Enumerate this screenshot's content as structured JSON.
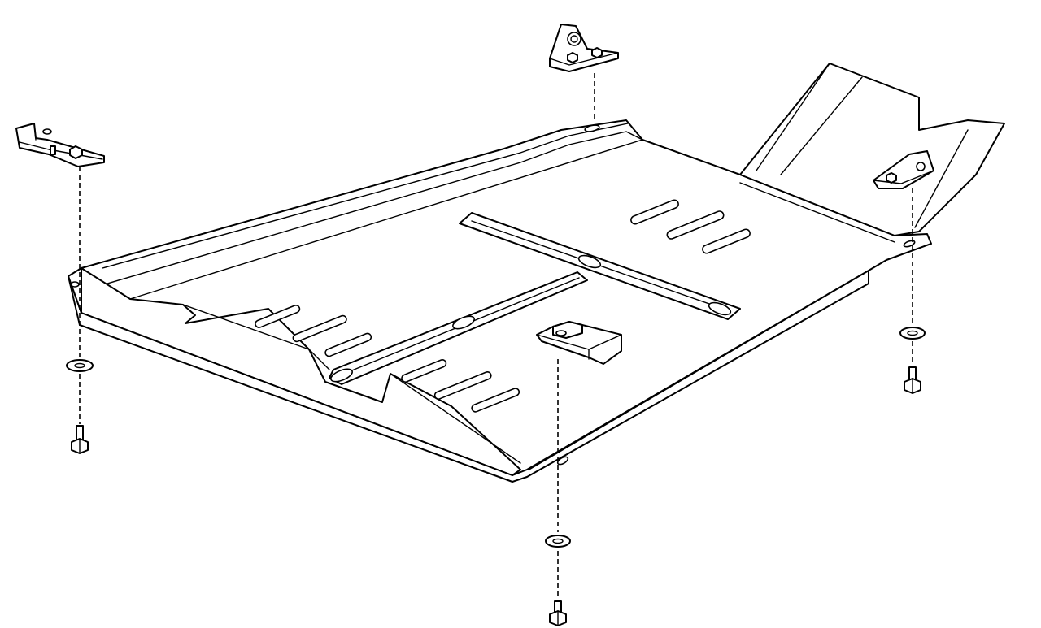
{
  "diagram": {
    "subject": "skid-plate-exploded-view",
    "colors": {
      "line": "#000000",
      "background": "#ffffff"
    },
    "parts": [
      {
        "name": "skid-plate"
      },
      {
        "name": "mounting-bracket",
        "count": 4
      },
      {
        "name": "washer",
        "count": 3
      },
      {
        "name": "bolt",
        "count": 3
      }
    ]
  }
}
